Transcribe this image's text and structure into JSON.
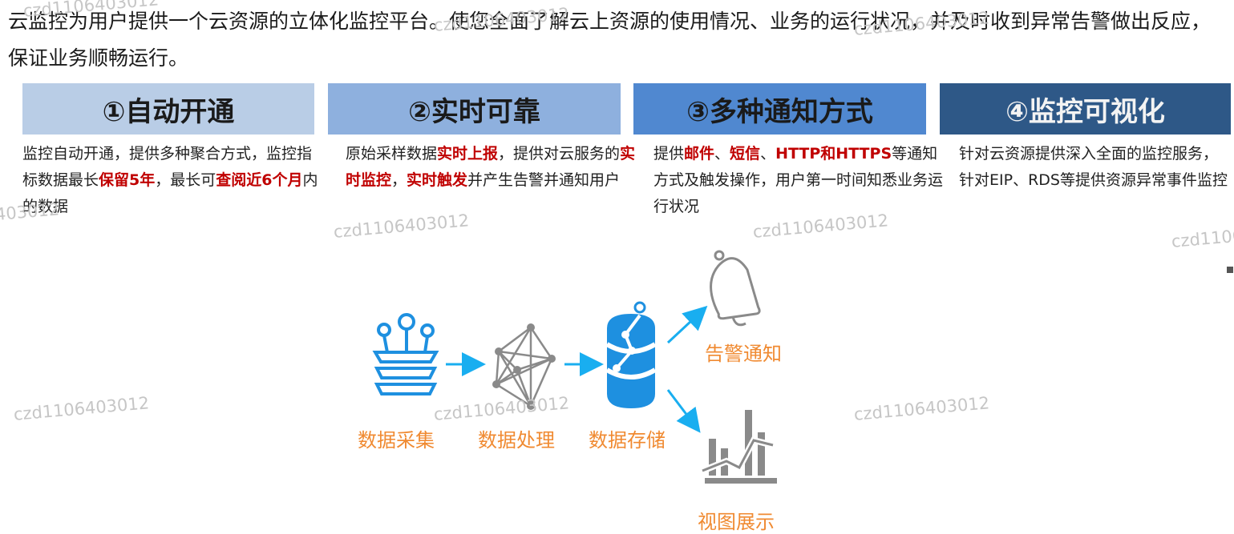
{
  "intro": "云监控为用户提供一个云资源的立体化监控平台。使您全面了解云上资源的使用情况、业务的运行状况，并及时收到异常告警做出反应，保证业务顺畅运行。",
  "cards": [
    {
      "title": "①自动开通",
      "parts": [
        {
          "t": "监控自动开通，提供多种聚合方式，监控指标数据最长",
          "h": false
        },
        {
          "t": "保留5年",
          "h": true
        },
        {
          "t": "，最长可",
          "h": false
        },
        {
          "t": "查阅近6个月",
          "h": true
        },
        {
          "t": "内的数据",
          "h": false
        }
      ]
    },
    {
      "title": "②实时可靠",
      "parts": [
        {
          "t": "原始采样数据",
          "h": false
        },
        {
          "t": "实时上报",
          "h": true
        },
        {
          "t": "，提供对云服务的",
          "h": false
        },
        {
          "t": "实时监控",
          "h": true
        },
        {
          "t": "，",
          "h": false
        },
        {
          "t": "实时触发",
          "h": true
        },
        {
          "t": "并产生告警并通知用户",
          "h": false
        }
      ]
    },
    {
      "title": "③多种通知方式",
      "parts": [
        {
          "t": "提供",
          "h": false
        },
        {
          "t": "邮件",
          "h": true
        },
        {
          "t": "、",
          "h": false
        },
        {
          "t": "短信",
          "h": true
        },
        {
          "t": "、",
          "h": false
        },
        {
          "t": "HTTP和HTTPS",
          "h": true
        },
        {
          "t": "等通知方式及触发操作，用户第一时间知悉业务运行状况",
          "h": false
        }
      ]
    },
    {
      "title": "④监控可视化",
      "parts": [
        {
          "t": "针对云资源提供深入全面的监控服务，针对EIP、RDS等提供资源异常事件监控",
          "h": false
        }
      ]
    }
  ],
  "flow": {
    "collect": "数据采集",
    "process": "数据处理",
    "storage": "数据存储",
    "alert": "告警通知",
    "view": "视图展示"
  },
  "watermark": "czd1106403012",
  "colors": {
    "highlight": "#c00000",
    "flow_label": "#f08a31",
    "icon_blue": "#1e90e0",
    "arrow": "#19aef0",
    "icon_grey": "#8a8a8a"
  }
}
